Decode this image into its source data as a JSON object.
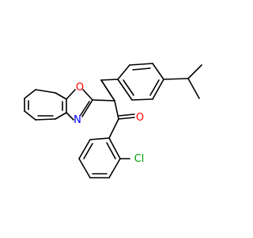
{
  "molecule": {
    "atoms": {
      "oxygen_ring": "O",
      "nitrogen_ring": "N",
      "oxygen_carbonyl": "O",
      "chlorine": "Cl"
    },
    "colors": {
      "bond": "#000000",
      "oxygen": "#ff0000",
      "nitrogen": "#0000ff",
      "chlorine": "#00a000",
      "background": "#ffffff"
    }
  }
}
